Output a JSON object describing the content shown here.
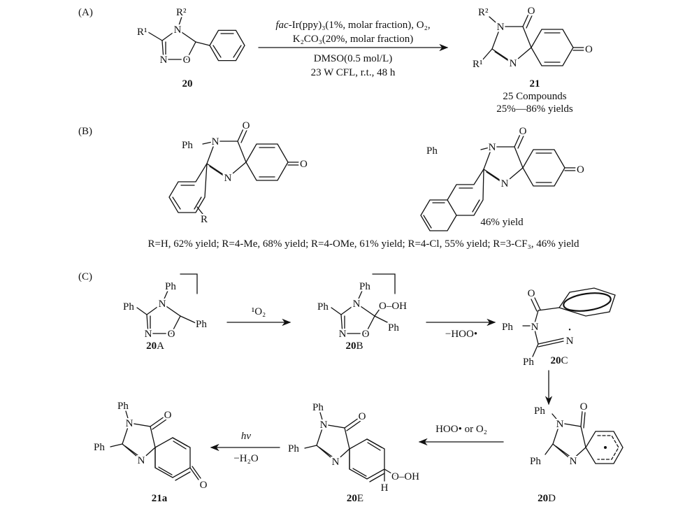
{
  "panels": {
    "a": "(A)",
    "b": "(B)",
    "c": "(C)"
  },
  "section_a": {
    "reactant": {
      "id": "20",
      "atoms": {
        "r1": "R¹",
        "r2": "R²",
        "n4": "N",
        "n2": "N",
        "o1": "O"
      }
    },
    "conditions": {
      "line1_italic": "fac",
      "line1_rest": "-Ir(ppy)₃(1%, molar fraction), O₂,",
      "line2": "K₂CO₃(20%, molar fraction)",
      "line3": "DMSO(0.5 mol/L)",
      "line4": "23 W CFL, r.t., 48 h"
    },
    "product": {
      "id": "21",
      "count": "25 Compounds",
      "yields": "25%—86% yields",
      "atoms": {
        "r1": "R¹",
        "r2": "R²",
        "n1": "N",
        "n3": "N",
        "o_amide": "O",
        "o_ketone": "O"
      }
    }
  },
  "section_b": {
    "left": {
      "atoms": {
        "ph": "Ph",
        "n1": "N",
        "n3": "N",
        "o_amide": "O",
        "o_ketone": "O",
        "r": "R"
      }
    },
    "right": {
      "atoms": {
        "ph": "Ph",
        "n1": "N",
        "n3": "N",
        "o_amide": "O",
        "o_ketone": "O"
      },
      "yield": "46% yield"
    },
    "caption": "R=H, 62% yield; R=4-Me, 68% yield; R=4-OMe, 61% yield; R=4-Cl, 55% yield; R=3-CF₃, 46% yield"
  },
  "section_c": {
    "a20": {
      "id_num": "20",
      "id_letter": "A",
      "atoms": {
        "ph_c3": "Ph",
        "ph_n": "Ph",
        "ph_c5": "Ph",
        "n4": "N",
        "n2": "N",
        "o1": "O"
      }
    },
    "arrow1": {
      "reagent": "¹O₂"
    },
    "b20": {
      "id_num": "20",
      "id_letter": "B",
      "atoms": {
        "ph_c3": "Ph",
        "ph_n": "Ph",
        "ph_c5": "Ph",
        "n4": "N",
        "n2": "N",
        "o1": "O",
        "ooh": "O–OH"
      }
    },
    "arrow2": {
      "reagent": "−HOO•"
    },
    "c20": {
      "id_num": "20",
      "id_letter": "C",
      "atoms": {
        "o": "O",
        "ph_n": "Ph",
        "n": "N",
        "n_rad": "N",
        "ph_c": "Ph",
        "rad_dot": "•"
      }
    },
    "d20": {
      "id_num": "20",
      "id_letter": "D",
      "atoms": {
        "ph_n": "Ph",
        "ph_c": "Ph",
        "n1": "N",
        "n3": "N",
        "o": "O",
        "rad_dot": "•"
      }
    },
    "arrow3": {
      "reagent": "HOO• or O₂"
    },
    "e20": {
      "id_num": "20",
      "id_letter": "E",
      "atoms": {
        "ph_n": "Ph",
        "ph_c": "Ph",
        "n1": "N",
        "n3": "N",
        "o": "O",
        "ooh": "O–OH",
        "h": "H"
      }
    },
    "arrow4": {
      "above": "hν",
      "below": "−H₂O"
    },
    "a21": {
      "id_num": "21",
      "id_letter": "a",
      "atoms": {
        "ph_n": "Ph",
        "ph_c": "Ph",
        "n1": "N",
        "n3": "N",
        "o_amide": "O",
        "o_ketone": "O"
      }
    }
  }
}
